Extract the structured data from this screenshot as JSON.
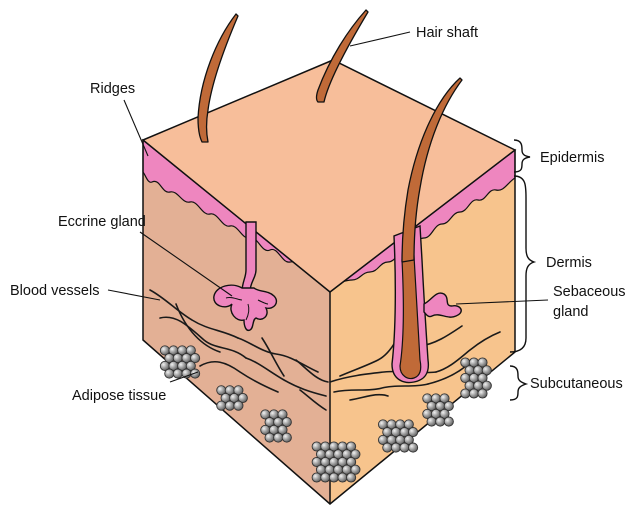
{
  "labels": {
    "hair_shaft": "Hair shaft",
    "ridges": "Ridges",
    "epidermis": "Epidermis",
    "eccrine_gland": "Eccrine gland",
    "dermis": "Dermis",
    "blood_vessels": "Blood vessels",
    "sebaceous_line1": "Sebaceous",
    "sebaceous_line2": "gland",
    "subcutaneous": "Subcutaneous",
    "adipose_tissue": "Adipose tissue"
  },
  "colors": {
    "top_face": "#F7BE9A",
    "front_face": "#E3B095",
    "right_face": "#F7C48D",
    "epidermis_pink": "#EE86BF",
    "hair": "#C06A38",
    "fat_cell": "#8E8E8E",
    "outline": "#111111"
  }
}
